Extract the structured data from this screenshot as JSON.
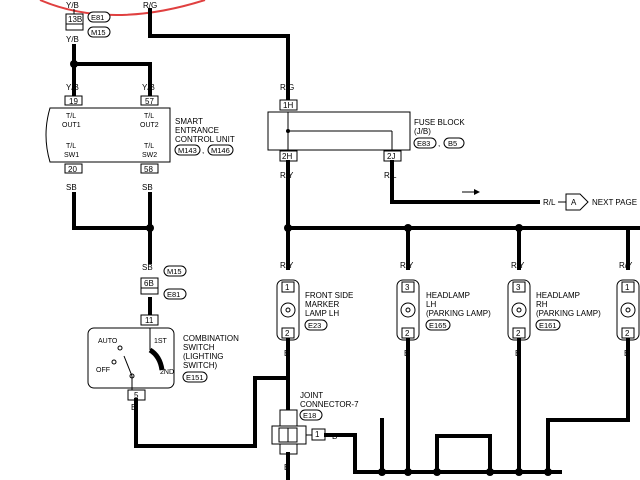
{
  "wire_labels": {
    "yb_top": "Y/B",
    "rg_top": "R/G",
    "yb_mid": "Y/B",
    "yb_left": "Y/B",
    "yb_right": "Y/B",
    "rg_fuse": "R/G",
    "sb_left": "SB",
    "sb_right": "SB",
    "sb_mid": "SB",
    "ry_fuse": "R/Y",
    "rl_fuse": "R/L",
    "rl_next": "R/L",
    "ry_a": "R/Y",
    "ry_b": "R/Y",
    "ry_c": "R/Y",
    "ry_d": "R/Y",
    "b_a": "B",
    "b_b": "B",
    "b_c": "B",
    "b_d": "B",
    "b_sw": "B",
    "b_j1": "B",
    "b_j2": "B"
  },
  "connectors": {
    "c13b": "13B",
    "e81_top": "E81",
    "m15_top": "M15",
    "c19": "19",
    "c57": "57",
    "c20": "20",
    "c58": "58",
    "m15_mid": "M15",
    "c6b": "6B",
    "e81_mid": "E81",
    "c11": "11",
    "c5": "5",
    "e151": "E151",
    "c1h": "1H",
    "c2h": "2H",
    "c2j": "2J",
    "e83": "E83",
    "b5": "B5",
    "e23": "E23",
    "e165": "E165",
    "e161": "E161",
    "e18": "E18",
    "pin1_a": "1",
    "pin2_a": "2",
    "pin3_b": "3",
    "pin2_b": "2",
    "pin3_c": "3",
    "pin2_c": "2",
    "pin1_d": "1",
    "pin2_d": "2",
    "pin1_j": "1"
  },
  "smart_unit": {
    "line1": "SMART",
    "line2": "ENTRANCE",
    "line3": "CONTROL UNIT",
    "m143": "M143",
    "m146": "M146",
    "sep": ",",
    "out1_a": "T/L",
    "out1_b": "OUT1",
    "out2_a": "T/L",
    "out2_b": "OUT2",
    "sw1_a": "T/L",
    "sw1_b": "SW1",
    "sw2_a": "T/L",
    "sw2_b": "SW2"
  },
  "fuse_block": {
    "line1": "FUSE BLOCK",
    "line2": "(J/B)",
    "sep": ","
  },
  "combination_switch": {
    "line1": "COMBINATION",
    "line2": "SWITCH",
    "line3": "(LIGHTING",
    "line4": "SWITCH)",
    "auto": "AUTO",
    "off": "OFF",
    "first": "1ST",
    "second": "2ND"
  },
  "lamps": {
    "front_1": "FRONT SIDE",
    "front_2": "MARKER",
    "front_3": "LAMP LH",
    "hl_lh_1": "HEADLAMP",
    "hl_lh_2": "LH",
    "hl_lh_3": "(PARKING LAMP)",
    "hl_rh_1": "HEADLAMP",
    "hl_rh_2": "RH",
    "hl_rh_3": "(PARKING LAMP)"
  },
  "joint": {
    "line1": "JOINT",
    "line2": "CONNECTOR-7"
  },
  "next_page": {
    "marker": "A",
    "text": "NEXT PAGE"
  }
}
